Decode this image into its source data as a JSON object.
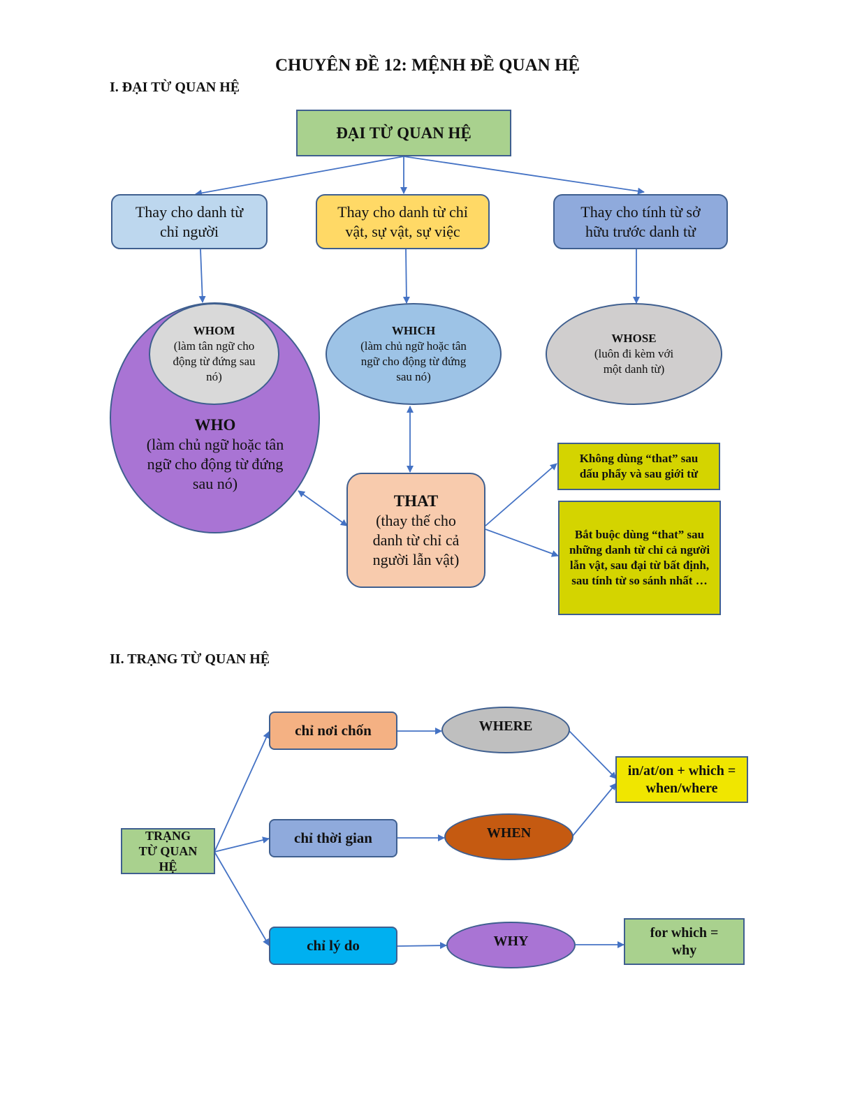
{
  "title": "CHUYÊN ĐỀ 12: MỆNH ĐỀ QUAN HỆ",
  "section1": "I. ĐẠI TỪ QUAN HỆ",
  "section2": "II. TRẠNG TỪ QUAN HỆ",
  "pronouns": {
    "root": "ĐẠI TỪ QUAN HỆ",
    "person_label": "Thay cho danh từ chỉ người",
    "thing_label": "Thay cho danh từ chỉ vật, sự vật, sự việc",
    "possessive_label": "Thay cho tính từ sở hữu trước danh từ",
    "whom": {
      "name": "WHOM",
      "desc": "(làm tân ngữ cho động từ đứng sau nó)"
    },
    "who": {
      "name": "WHO",
      "desc": "(làm chủ ngữ hoặc tân ngữ cho động từ đứng sau nó)"
    },
    "which": {
      "name": "WHICH",
      "desc": "(làm chủ ngữ hoặc tân ngữ cho động từ đứng sau nó)"
    },
    "whose": {
      "name": "WHOSE",
      "desc": "(luôn đi kèm với một danh từ)"
    },
    "that": {
      "name": "THAT",
      "desc": "(thay thế cho danh từ chỉ cả người lẫn vật)"
    },
    "note_no_that": "Không dùng “that” sau dấu phẩy và sau giới từ",
    "note_must_that": "Bắt buộc dùng “that” sau những danh từ chỉ cả người lẫn vật, sau đại từ bất định, sau tính từ so sánh nhất …"
  },
  "adverbs": {
    "root": "TRẠNG TỪ QUAN HỆ",
    "place": "chỉ nơi chốn",
    "time": "chỉ thời gian",
    "reason": "chỉ lý do",
    "where": "WHERE",
    "when": "WHEN",
    "why": "WHY",
    "prep_which": "in/at/on + which = when/where",
    "for_which": "for which = why"
  },
  "colors": {
    "green": "#a9d18e",
    "light_blue": "#bdd7ee",
    "yellow": "#ffd966",
    "periwinkle": "#8faadc",
    "purple": "#a974d4",
    "gray": "#d9d9d9",
    "sky": "#9dc3e6",
    "gray2": "#d0cece",
    "peach": "#f8cbad",
    "olive": "#d4d400",
    "orange": "#f4b183",
    "rust": "#c55a11",
    "cyan": "#00b0f0",
    "bright_yellow": "#f0e600",
    "arrow": "#4472c4"
  }
}
